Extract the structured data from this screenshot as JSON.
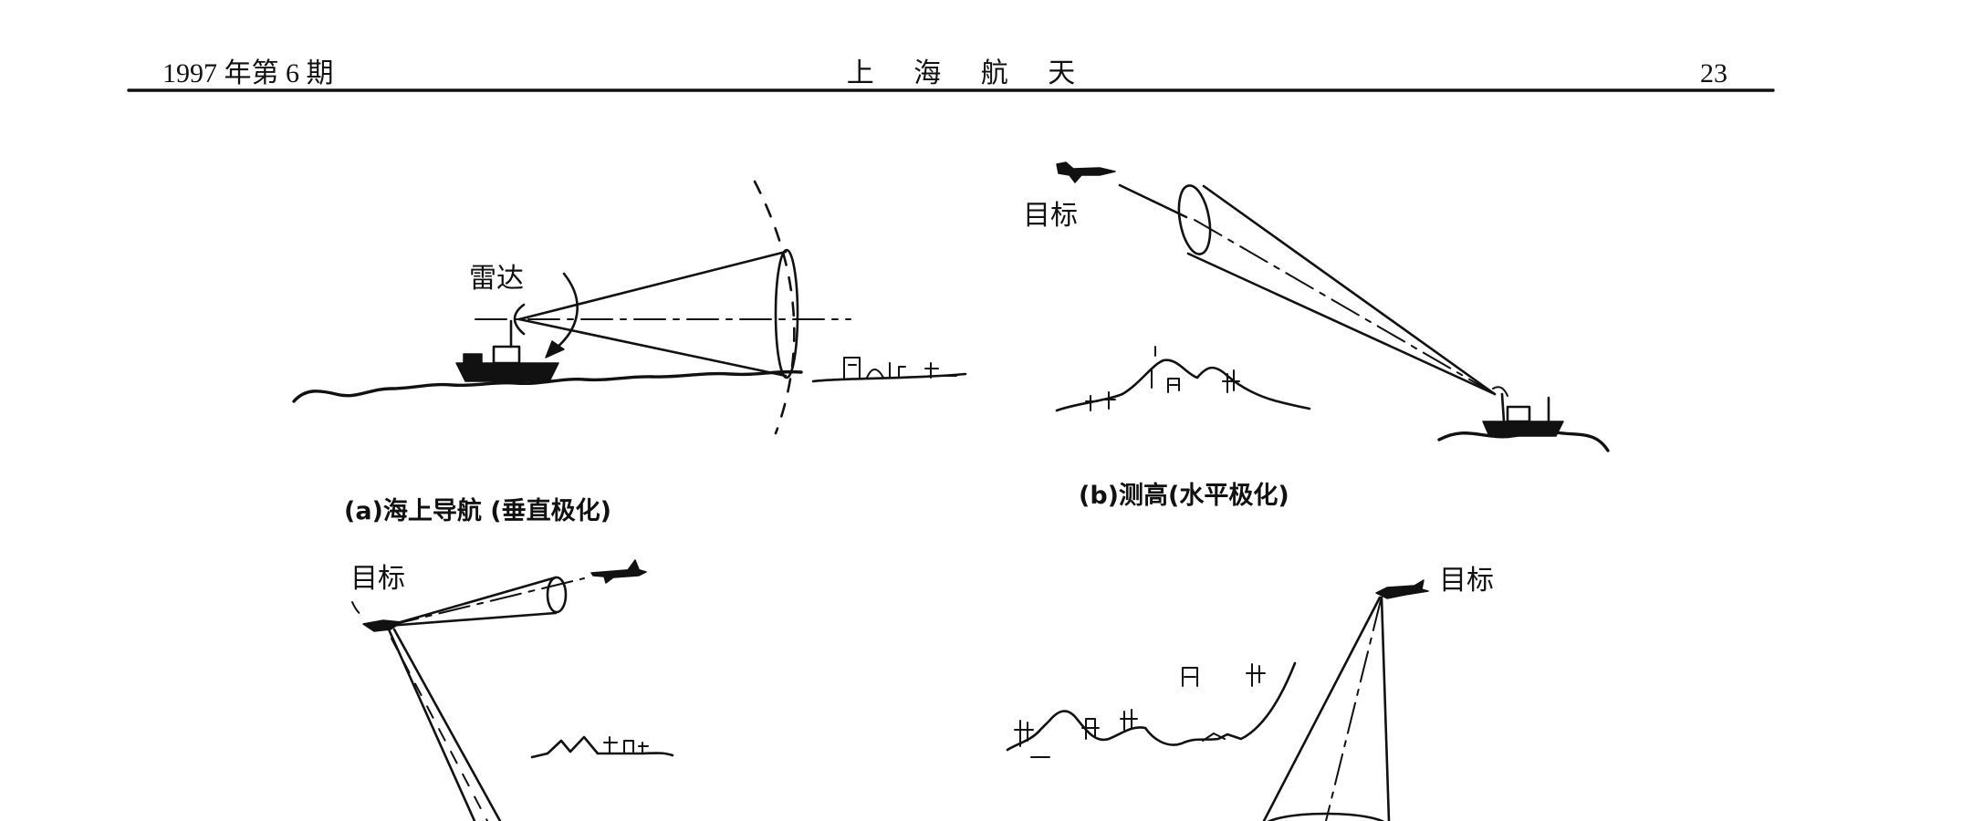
{
  "header": {
    "issue": "1997 年第 6 期",
    "journal": "上 海 航 天",
    "page_number": "23"
  },
  "figures": {
    "a": {
      "label_radar": "雷达",
      "caption": "(a)海上导航 (垂直极化)"
    },
    "b": {
      "label_target": "目标",
      "caption": "(b)测高(水平极化)"
    },
    "c": {
      "label_target": "目标"
    },
    "d": {
      "label_target": "目标"
    }
  },
  "colors": {
    "ink": "#111111",
    "paper": "#ffffff"
  }
}
